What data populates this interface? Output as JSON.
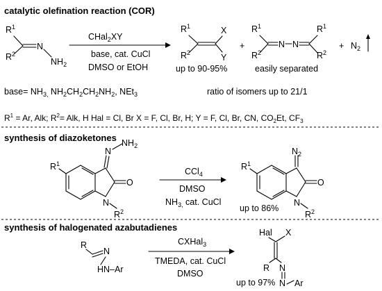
{
  "sections": [
    {
      "title": "catalytic olefination reaction (COR)",
      "reagent_above": "CHal2XY",
      "conditions": [
        "base, cat. CuCl",
        "DMSO or EtOH"
      ],
      "product_yield": "up to 90-95%",
      "byproduct_note": "easily separated",
      "gas": "N2",
      "base_line": "base= NH3, NH2CH2CH2NH2, NEt3",
      "isomer_ratio": "ratio of isomers up to  21/1",
      "substituents": "R1 = Ar, Alk; R2= Alk, H   Hal = Cl, Br  X = F, Cl, Br, H; Y = F, Cl, Br, CN, CO2Et, CF3"
    },
    {
      "title": "synthesis of diazoketones",
      "reagent_above": "CCl4",
      "conditions": [
        "DMSO",
        "NH3, cat. CuCl"
      ],
      "product_yield": "up to 86%"
    },
    {
      "title": "synthesis of halogenated azabutadienes",
      "reagent_above": "CXHal3",
      "conditions": [
        "TMEDA, cat. CuCl",
        "DMSO"
      ],
      "product_yield": "up to 97%"
    }
  ],
  "atom_labels": {
    "R": "R",
    "R1": "R",
    "R2": "R",
    "N": "N",
    "NH2": "NH",
    "NH": "NH",
    "O": "O",
    "X": "X",
    "Y": "Y",
    "Hal": "Hal",
    "Ar": "Ar",
    "plus": "+",
    "sub1": "1",
    "sub2": "2",
    "sub3": "3"
  }
}
